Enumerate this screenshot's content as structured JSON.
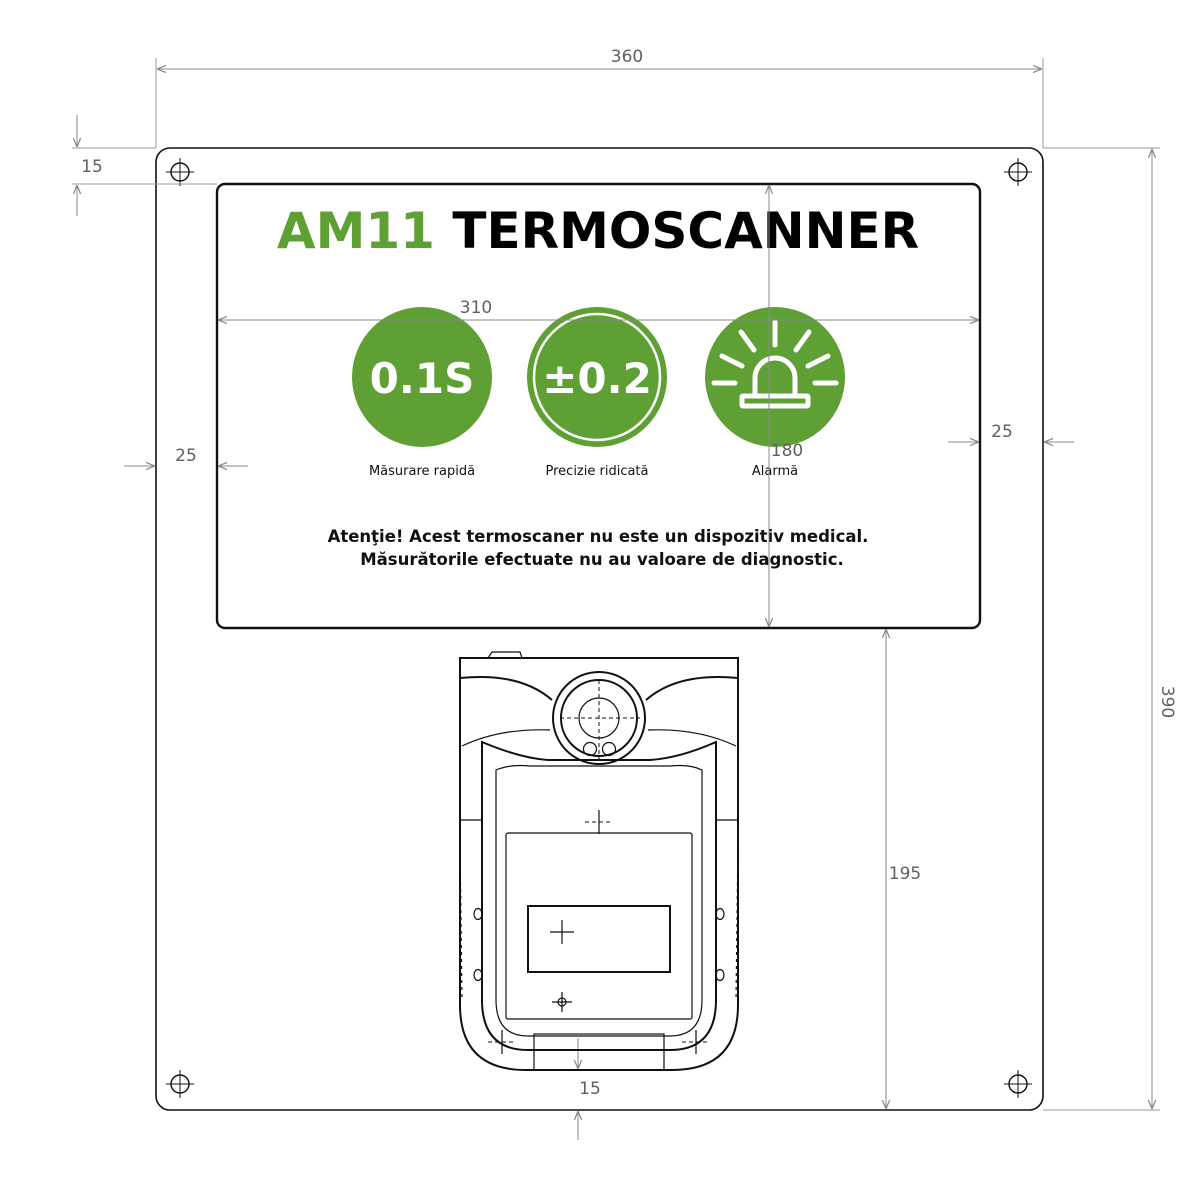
{
  "title": {
    "model": "AM11",
    "name": "TERMOSCANNER"
  },
  "colors": {
    "accent": "#5fa035",
    "outline": "#111111",
    "dimension": "#8a8a8a"
  },
  "features": [
    {
      "badge": "0.1S",
      "caption": "Măsurare rapidă",
      "icon": ""
    },
    {
      "badge": "±0.2",
      "caption": "Precizie ridicată",
      "icon": ""
    },
    {
      "badge": "",
      "caption": "Alarmă",
      "icon": "alarm-beacon-icon"
    }
  ],
  "warning": {
    "line1": "Atenţie! Acest termoscaner nu este un dispozitiv medical.",
    "line2": "Măsurătorile efectuate nu au valoare de diagnostic."
  },
  "dimensions": {
    "overall_width": "360",
    "overall_height": "390",
    "hole_offset": "15",
    "panel_width": "310",
    "panel_height": "180",
    "left_margin": "25",
    "right_margin": "25",
    "device_height": "195",
    "bottom_offset": "15"
  }
}
